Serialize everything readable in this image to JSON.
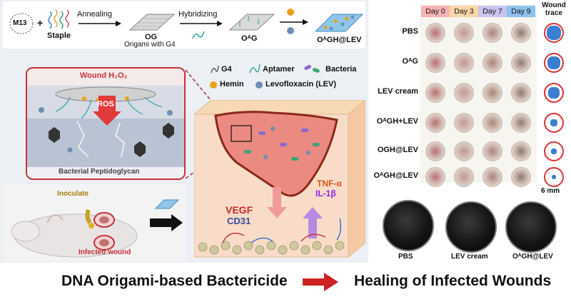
{
  "top_strip": {
    "m13": "M13",
    "staple": "Staple",
    "annealing": "Annealing",
    "og": "OG",
    "og_caption": "Origami with G4",
    "hybridizing": "Hybridizing",
    "oag": "OᴬG",
    "oagh_lev": "OᴬGH@LEV"
  },
  "inset": {
    "wound_h2o2": "Wound H₂O₂",
    "ros": "ROS",
    "peptidoglycan": "Bacterial Peptidoglycan"
  },
  "legend": {
    "g4": "G4",
    "aptamer": "Aptamer",
    "bacteria": "Bacteria",
    "hemin": "Hemin",
    "levofloxacin": "Levofloxacin (LEV)"
  },
  "mouse": {
    "inoculate": "Inoculate",
    "infected_wound": "Infected wound"
  },
  "tissue": {
    "vegf": "VEGF",
    "cd31": "CD31",
    "tnf": "TNF-α",
    "il1b": "IL-1β"
  },
  "results": {
    "day_headers": [
      "Day 0",
      "Day 3",
      "Day 7",
      "Day 9"
    ],
    "day_colors": [
      "#f6b3b3",
      "#f9d6a8",
      "#c9c4ef",
      "#8fc1ec"
    ],
    "wound_trace_title": "Wound trace",
    "groups": [
      "PBS",
      "OᴬG",
      "LEV cream",
      "OᴬGH+LEV",
      "OGH@LEV",
      "OᴬGH@LEV"
    ],
    "scale": "6 mm",
    "plates": [
      "PBS",
      "LEV cream",
      "OᴬGH@LEV"
    ]
  },
  "bottom": {
    "left_caption": "DNA Origami-based Bactericide",
    "right_caption": "Healing of Infected Wounds"
  },
  "colors": {
    "accent_red": "#c6303a",
    "inset_border": "#c6303a",
    "arrow_red": "#cc2222",
    "vegf_color": "#c42a2a",
    "tnf_color": "#d4561a",
    "il1b_color": "#8a2be2"
  }
}
